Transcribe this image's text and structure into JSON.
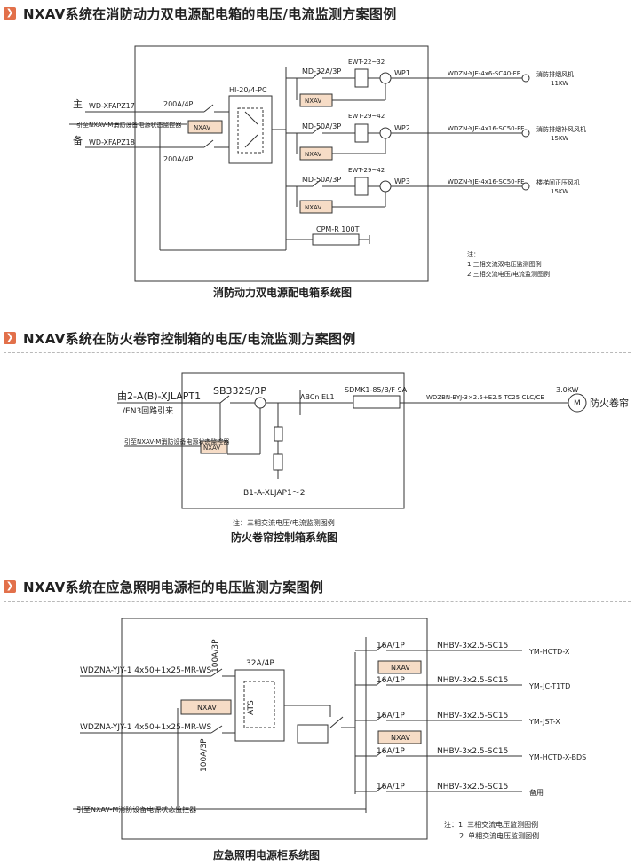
{
  "sections": [
    {
      "title": "NXAV系统在消防动力双电源配电箱的电压/电流监测方案图例"
    },
    {
      "title": "NXAV系统在防火卷帘控制箱的电压/电流监测方案图例"
    },
    {
      "title": "NXAV系统在应急照明电源柜的电压监测方案图例"
    }
  ],
  "icon_color": "#e2704a",
  "module_fill": "#f6dcc6",
  "module_label": "NXAV",
  "d1": {
    "caption": "消防动力双电源配电箱系统图",
    "main_label": "主",
    "backup_label": "备",
    "cable_main": "WD-XFAPZ17",
    "cable_backup": "WD-XFAPZ18",
    "monitor_ref": "引至NXAV-M消防设备电源状态监控器",
    "breaker_main": "200A/4P",
    "breaker_backup": "200A/4P",
    "ats": "HI-20/4-PC",
    "branches": [
      {
        "breaker": "MD-32A/3P",
        "relay": "EWT-22~32",
        "wp": "WP1",
        "cable": "WDZN-YJE-4x6-SC40-FE",
        "load": "消防排烟风机",
        "power": "11KW"
      },
      {
        "breaker": "MD-50A/3P",
        "relay": "EWT-29~42",
        "wp": "WP2",
        "cable": "WDZN-YJE-4x16-SC50-FE",
        "load": "消防排烟补风风机",
        "power": "15KW"
      },
      {
        "breaker": "MD-50A/3P",
        "relay": "EWT-29~42",
        "wp": "WP3",
        "cable": "WDZN-YJE-4x16-SC50-FE",
        "load": "楼梯间正压风机",
        "power": "15KW"
      }
    ],
    "spd": "CPM-R 100T",
    "notes": [
      "注：",
      "1.三相交流双电压监测图例",
      "2.三相交流电压/电流监测图例"
    ]
  },
  "d2": {
    "caption": "防火卷帘控制箱系统图",
    "source": "由2-A(B)-XJLAPT1",
    "source_sub": "/EN3回路引来",
    "monitor_ref": "引至NXAV-M消防设备电源状态监控器",
    "switch": "SB332S/3P",
    "phases": "ABCn",
    "el": "EL1",
    "starter": "SDMK1-85/B/F 9A",
    "cable": "WDZBN-BYJ-3×2.5+E2.5 TC25 CLC/CE",
    "power": "3.0KW",
    "load": "防火卷帘",
    "motor": "M",
    "branch": "B1-A-XLJAP1～2",
    "note": "注：三相交流电压/电流监测图例"
  },
  "d3": {
    "caption": "应急照明电源柜系统图",
    "cable1": "WDZNA-YJY-1 4x50+1x25-MR-WS",
    "cable2": "WDZNA-YJY-1 4x50+1x25-MR-WS",
    "breaker_in1": "100A/3P",
    "breaker_in2": "100A/3P",
    "ats_rating": "32A/4P",
    "ats": "ATS",
    "monitor_ref": "引至NXAV-M消防设备电源状态监控器",
    "branches": [
      {
        "breaker": "16A/1P",
        "cable": "NHBV-3x2.5-SC15",
        "load": "YM-HCTD-X"
      },
      {
        "breaker": "16A/1P",
        "cable": "NHBV-3x2.5-SC15",
        "load": "YM-JC-T1TD"
      },
      {
        "breaker": "16A/1P",
        "cable": "NHBV-3x2.5-SC15",
        "load": "YM-JST-X"
      },
      {
        "breaker": "16A/1P",
        "cable": "NHBV-3x2.5-SC15",
        "load": "YM-HCTD-X-BDS"
      },
      {
        "breaker": "16A/1P",
        "cable": "NHBV-3x2.5-SC15",
        "load": "备用"
      }
    ],
    "notes": [
      "注：1. 三相交流电压监测图例",
      "2. 单相交流电压监测图例"
    ]
  }
}
